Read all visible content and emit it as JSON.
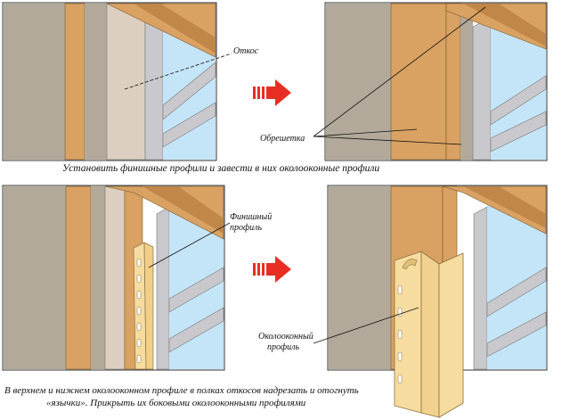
{
  "labels": {
    "otkos": "Откос",
    "obreshetka": "Обрешетка",
    "finish_profile_line1": "Финишный",
    "finish_profile_line2": "профиль",
    "window_profile_line1": "Околооконный",
    "window_profile_line2": "профиль"
  },
  "captions": {
    "top": "Установить финишные профили и завести в них околооконные профили",
    "bottom_line1": "В верхнем и нижнем околооконном профиле в полках откосов надрезать и отогнуть",
    "bottom_line2": "«язычки». Прикрыть их боковыми околооконными профилями"
  },
  "colors": {
    "wall": "#b3a99b",
    "wood": "#d9a262",
    "wood_dark": "#c08748",
    "otkos": "#ddcfbf",
    "glass": "#c4e4f8",
    "frame": "#c9c9cd",
    "profile": "#f7dca0",
    "arrow": "#e82e22"
  }
}
